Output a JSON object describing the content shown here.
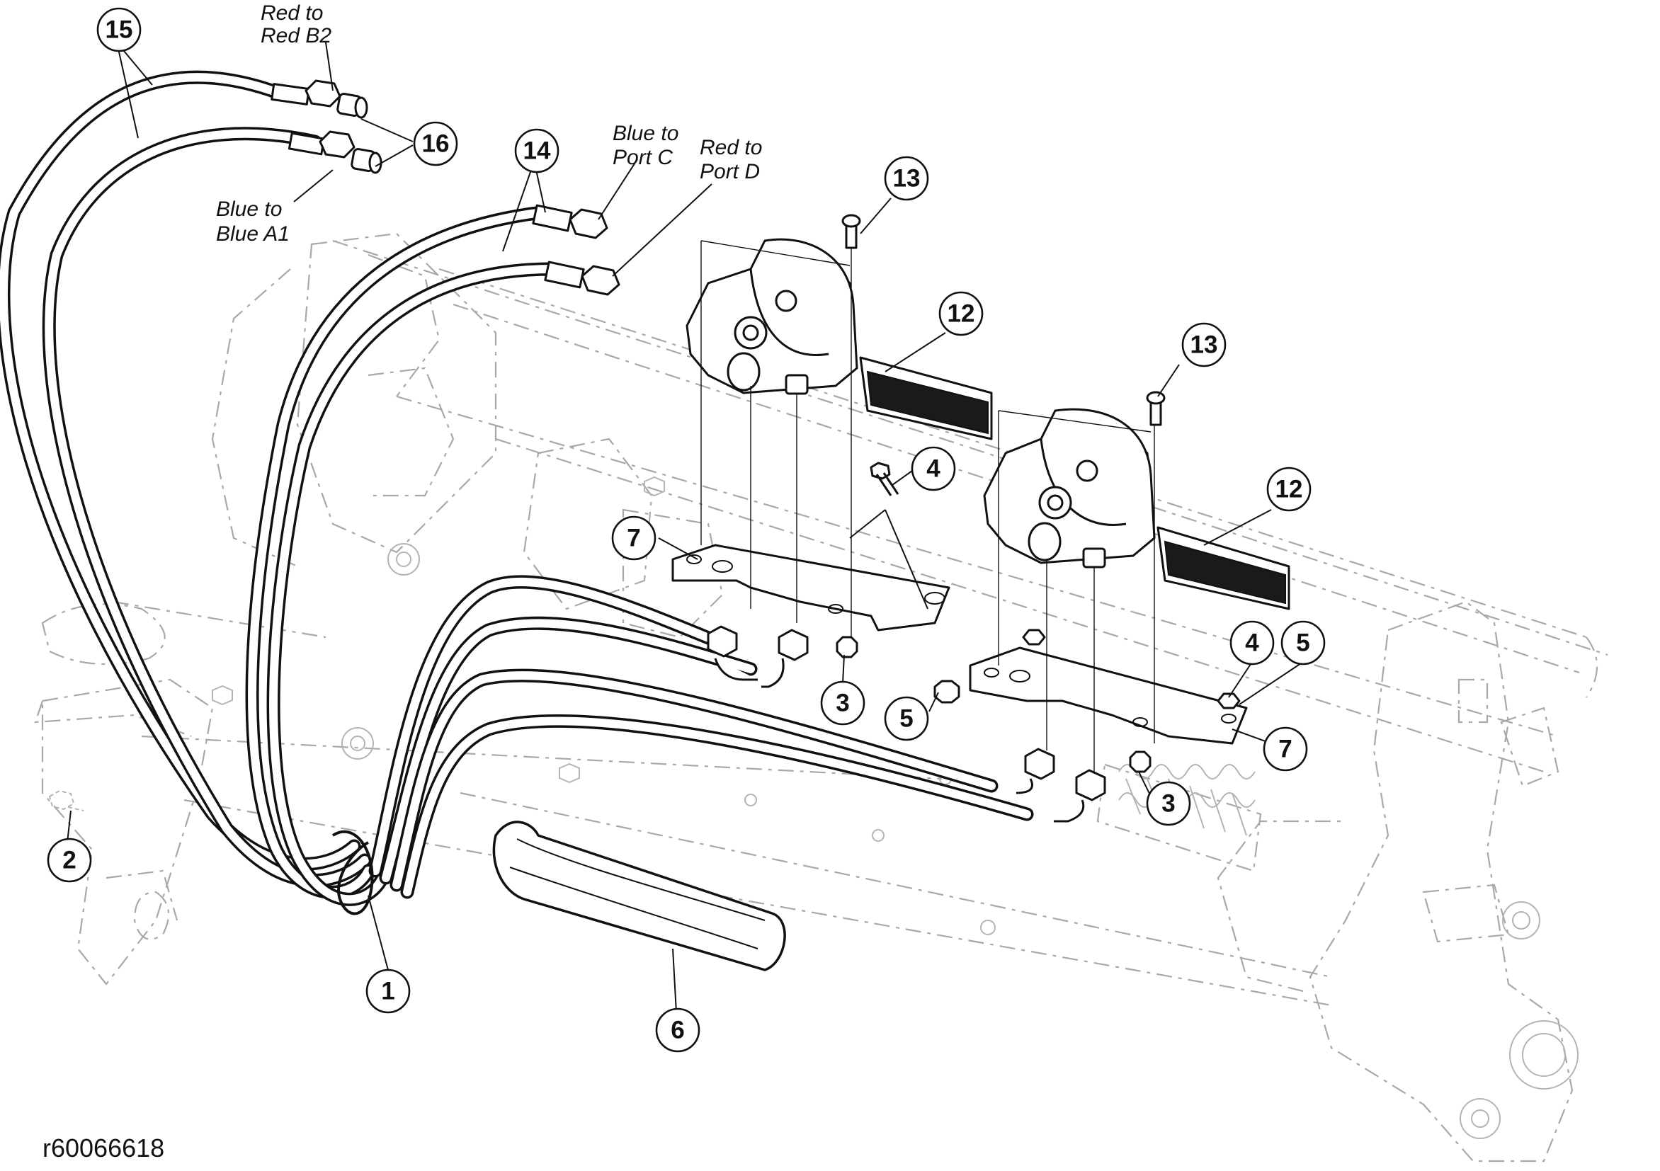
{
  "drawing_number": "r60066618",
  "callouts": [
    {
      "id": "c15",
      "label": "15"
    },
    {
      "id": "c16",
      "label": "16"
    },
    {
      "id": "c14",
      "label": "14"
    },
    {
      "id": "c13a",
      "label": "13"
    },
    {
      "id": "c12a",
      "label": "12"
    },
    {
      "id": "c13b",
      "label": "13"
    },
    {
      "id": "c4a",
      "label": "4"
    },
    {
      "id": "c12b",
      "label": "12"
    },
    {
      "id": "c7a",
      "label": "7"
    },
    {
      "id": "c4b",
      "label": "4"
    },
    {
      "id": "c5a",
      "label": "5"
    },
    {
      "id": "c3a",
      "label": "3"
    },
    {
      "id": "c5b",
      "label": "5"
    },
    {
      "id": "c7b",
      "label": "7"
    },
    {
      "id": "c3b",
      "label": "3"
    },
    {
      "id": "c2",
      "label": "2"
    },
    {
      "id": "c1",
      "label": "1"
    },
    {
      "id": "c6",
      "label": "6"
    }
  ],
  "notes": {
    "red_b2": [
      "Red to",
      "Red B2"
    ],
    "blue_a1": [
      "Blue to",
      "Blue A1"
    ],
    "blue_port_c": [
      "Blue to",
      "Port C"
    ],
    "red_port_d": [
      "Red to",
      "Port D"
    ]
  }
}
